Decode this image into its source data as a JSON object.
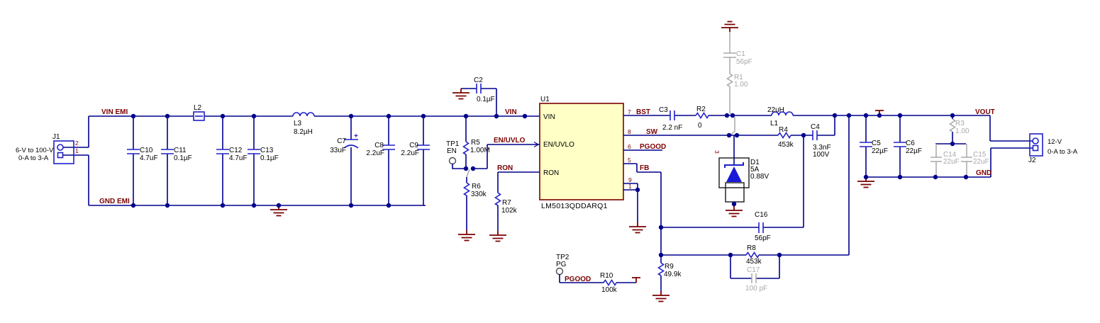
{
  "colors": {
    "wire": "#00008B",
    "symbol": "#2020C8",
    "net_label": "#7A0000",
    "ground": "#7A0000",
    "dnp": "#A8A8A8",
    "ic_fill": "#FFFFC6",
    "ic_border": "#7A0000"
  },
  "nets": {
    "vin_emi": "VIN EMI",
    "gnd_emi": "GND EMI",
    "vin": "VIN",
    "en_uvlo": "EN/UVLO",
    "ron": "RON",
    "bst": "BST",
    "sw": "SW",
    "pgood": "PGOOD",
    "fb": "FB",
    "vout": "VOUT",
    "gnd": "GND",
    "pgood_tp": "PGOOD"
  },
  "connectors": {
    "j1": {
      "ref": "J1",
      "pin2": "2",
      "pin1": "1",
      "line1": "6-V to 100-V",
      "line2": "0-A to 3-A"
    },
    "j2": {
      "ref": "J2",
      "line1": "12-V",
      "line2": "0-A to 3-A"
    }
  },
  "ic": {
    "ref": "U1",
    "part": "LM5013QDDARQ1",
    "pin_vin": "VIN",
    "pin_en": "EN/UVLO",
    "pin_ron": "RON",
    "n7": "7",
    "n8": "8",
    "n6": "6",
    "n5": "5",
    "n9": "9",
    "n1": "1"
  },
  "testpoints": {
    "tp1": {
      "ref": "TP1",
      "net": "EN"
    },
    "tp2": {
      "ref": "TP2",
      "net": "PG"
    }
  },
  "components": {
    "C10": {
      "ref": "C10",
      "value": "4.7uF"
    },
    "C11": {
      "ref": "C11",
      "value": "0.1µF"
    },
    "C12": {
      "ref": "C12",
      "value": "4.7uF"
    },
    "C13": {
      "ref": "C13",
      "value": "0.1µF"
    },
    "L2": {
      "ref": "L2"
    },
    "L3": {
      "ref": "L3",
      "value": "8.2µH"
    },
    "C7": {
      "ref": "C7",
      "value": "33uF",
      "polarity": "+"
    },
    "C8": {
      "ref": "C8",
      "value": "2.2uF"
    },
    "C9": {
      "ref": "C9",
      "value": "2.2uF"
    },
    "C2": {
      "ref": "C2",
      "value": "0.1µF"
    },
    "R5": {
      "ref": "R5",
      "value": "1.00M"
    },
    "R6": {
      "ref": "R6",
      "value": "330k"
    },
    "R7": {
      "ref": "R7",
      "value": "102k"
    },
    "C3": {
      "ref": "C3",
      "value": "2.2 nF"
    },
    "R2": {
      "ref": "R2",
      "value": "0"
    },
    "C1": {
      "ref": "C1",
      "value": "56pF"
    },
    "R1": {
      "ref": "R1",
      "value": "1.00"
    },
    "L1": {
      "ref": "L1",
      "value": "22uH"
    },
    "R4": {
      "ref": "R4",
      "value": "453k"
    },
    "C4": {
      "ref": "C4",
      "value": "3.3nF",
      "rating": "100V"
    },
    "D1": {
      "ref": "D1",
      "value": "5A",
      "vf": "0.88V",
      "pin": "3"
    },
    "C5": {
      "ref": "C5",
      "value": "22µF"
    },
    "C6": {
      "ref": "C6",
      "value": "22µF"
    },
    "R3": {
      "ref": "R3",
      "value": "1.00"
    },
    "C14": {
      "ref": "C14",
      "value": "22uF"
    },
    "C15": {
      "ref": "C15",
      "value": "22uF"
    },
    "C16": {
      "ref": "C16",
      "value": "56pF"
    },
    "R8": {
      "ref": "R8",
      "value": "453k"
    },
    "C17": {
      "ref": "C17",
      "value": "100 pF"
    },
    "R9": {
      "ref": "R9",
      "value": "49.9k"
    },
    "R10": {
      "ref": "R10",
      "value": "100k"
    }
  }
}
